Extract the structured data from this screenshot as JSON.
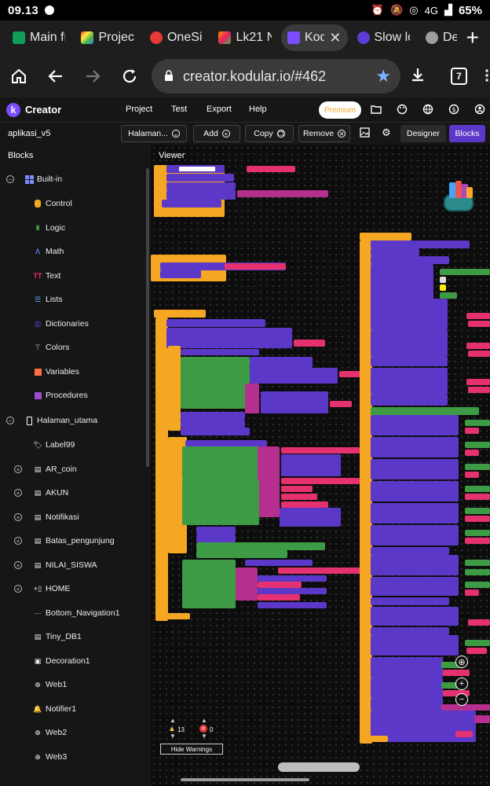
{
  "status": {
    "time": "09.13",
    "network": "4G",
    "battery": "65%"
  },
  "tabs": [
    {
      "label": "Main fr",
      "color": "#0f9d58"
    },
    {
      "label": "Project",
      "color": "#7e57c2"
    },
    {
      "label": "OneSig",
      "color": "#e53935"
    },
    {
      "label": "Lk21 N",
      "color": "#ff9800"
    },
    {
      "label": "Kod",
      "color": "#7c4dff",
      "active": true
    },
    {
      "label": "Slow lo",
      "color": "#5c3bd6"
    },
    {
      "label": "De",
      "color": "#9e9e9e"
    }
  ],
  "browser": {
    "url": "creator.kodular.io/#462",
    "tab_count": "7"
  },
  "app": {
    "brand": "Creator",
    "logo_letter": "k",
    "nav": [
      "Project",
      "Test",
      "Export",
      "Help"
    ],
    "premium": "Premium"
  },
  "toolbar": {
    "project_name": "aplikasi_v5",
    "screen": "Halaman...",
    "add": "Add",
    "copy": "Copy",
    "remove": "Remove",
    "designer": "Designer",
    "blocks": "Blocks"
  },
  "sidebar": {
    "header": "Blocks",
    "builtin_label": "Built-in",
    "builtin": [
      "Control",
      "Logic",
      "Math",
      "Text",
      "Lists",
      "Dictionaries",
      "Colors",
      "Variables",
      "Procedures"
    ],
    "screen_label": "Halaman_utama",
    "components": [
      "Label99",
      "AR_coin",
      "AKUN",
      "Notifikasi",
      "Batas_pengunjung",
      "NILAI_SISWA",
      "HOME",
      "Bottom_Navigation1",
      "Tiny_DB1",
      "Decoration1",
      "Web1",
      "Notifier1",
      "Web2",
      "Web3"
    ]
  },
  "viewer": {
    "label": "Viewer",
    "warnings": "13",
    "errors": "0",
    "hide_warnings": "Hide Warnings"
  },
  "colors": {
    "accent": "#7c4dff",
    "event": "#f5a623",
    "component": "#5b38c8",
    "setter": "#3e9b45",
    "text": "#e5316f"
  }
}
